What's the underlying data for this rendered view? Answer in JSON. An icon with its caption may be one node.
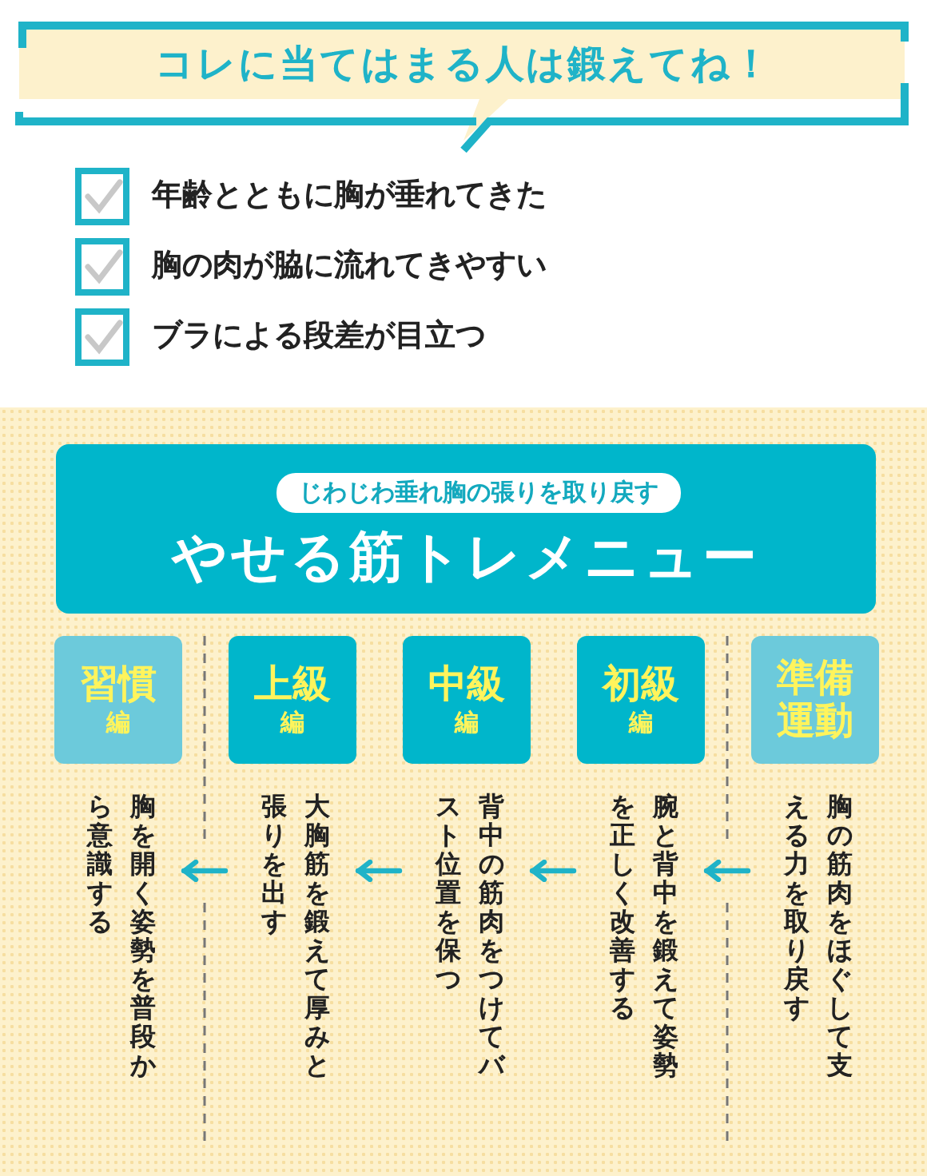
{
  "diagram": {
    "title": "コレに当てはまる人は鍛えてね！",
    "nodes": [
      {
        "text": [
          "じわじわ垂れ胸の張りを取り戻す",
          "やせる筋トレメニュー"
        ]
      },
      {
        "text": [
          "準備運動"
        ],
        "beside": [
          "胸の筋肉をほぐして支える力を取り戻す"
        ]
      },
      {
        "text": [
          "初級",
          "編"
        ],
        "beside": [
          "腕と背中を鍛えて姿勢を正しく改善する"
        ]
      },
      {
        "text": [
          "中級",
          "編"
        ],
        "beside": [
          "背中の筋肉をつけてバスト位置を保つ"
        ]
      },
      {
        "text": [
          "上級",
          "編"
        ],
        "beside": [
          "大胸筋を鍛えて厚みと張りを出す"
        ]
      },
      {
        "text": [
          "習慣",
          "編"
        ],
        "beside": [
          "胸を開く姿勢を普段から意識する"
        ]
      }
    ],
    "edges": [
      {
        "from": 1,
        "to": 2,
        "arrow": "to"
      },
      {
        "from": 2,
        "to": 3,
        "arrow": "to"
      },
      {
        "from": 3,
        "to": 4,
        "arrow": "to"
      },
      {
        "from": 4,
        "to": 5,
        "arrow": "to"
      }
    ],
    "labels": [
      "年齢とともに**胸が垂れてきた**",
      "胸の肉が**脇に流れて**きやすい",
      "ブラによる**段差が目立つ**"
    ]
  }
}
